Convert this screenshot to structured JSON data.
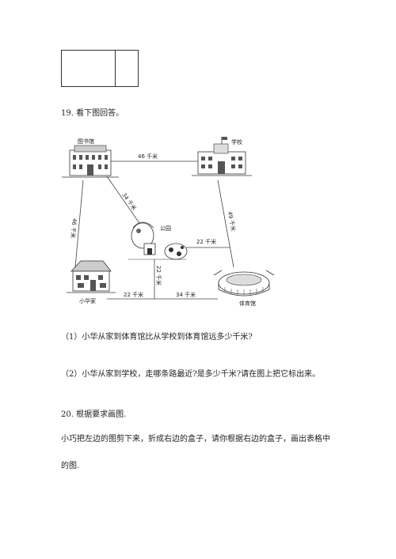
{
  "q19": {
    "heading": "19. 看下图回答。",
    "map": {
      "library": "图书馆",
      "school": "学校",
      "park": "公园",
      "home": "小华家",
      "stadium": "体育馆",
      "d_library_school": "46 千米",
      "d_library_home": "46 千米",
      "d_library_park": "34 千米",
      "d_school_stadium": "49 千米",
      "d_park_stadium": "22 千米",
      "d_home_junction": "22 千米",
      "d_junction_park": "22 千米",
      "d_junction_stadium": "34 千米"
    },
    "sub1": "（1）小华从家到体育馆比从学校到体育馆远多少千米?",
    "sub2": "（2）小华从家到学校，走哪条路最近?是多少千米?请在图上把它标出来。"
  },
  "q20": {
    "heading": "20. 根据要求画图.",
    "line1": "小巧把左边的图剪下来，折成右边的盒子，请你根据右边的盒子，画出表格中",
    "line2": "的图."
  }
}
